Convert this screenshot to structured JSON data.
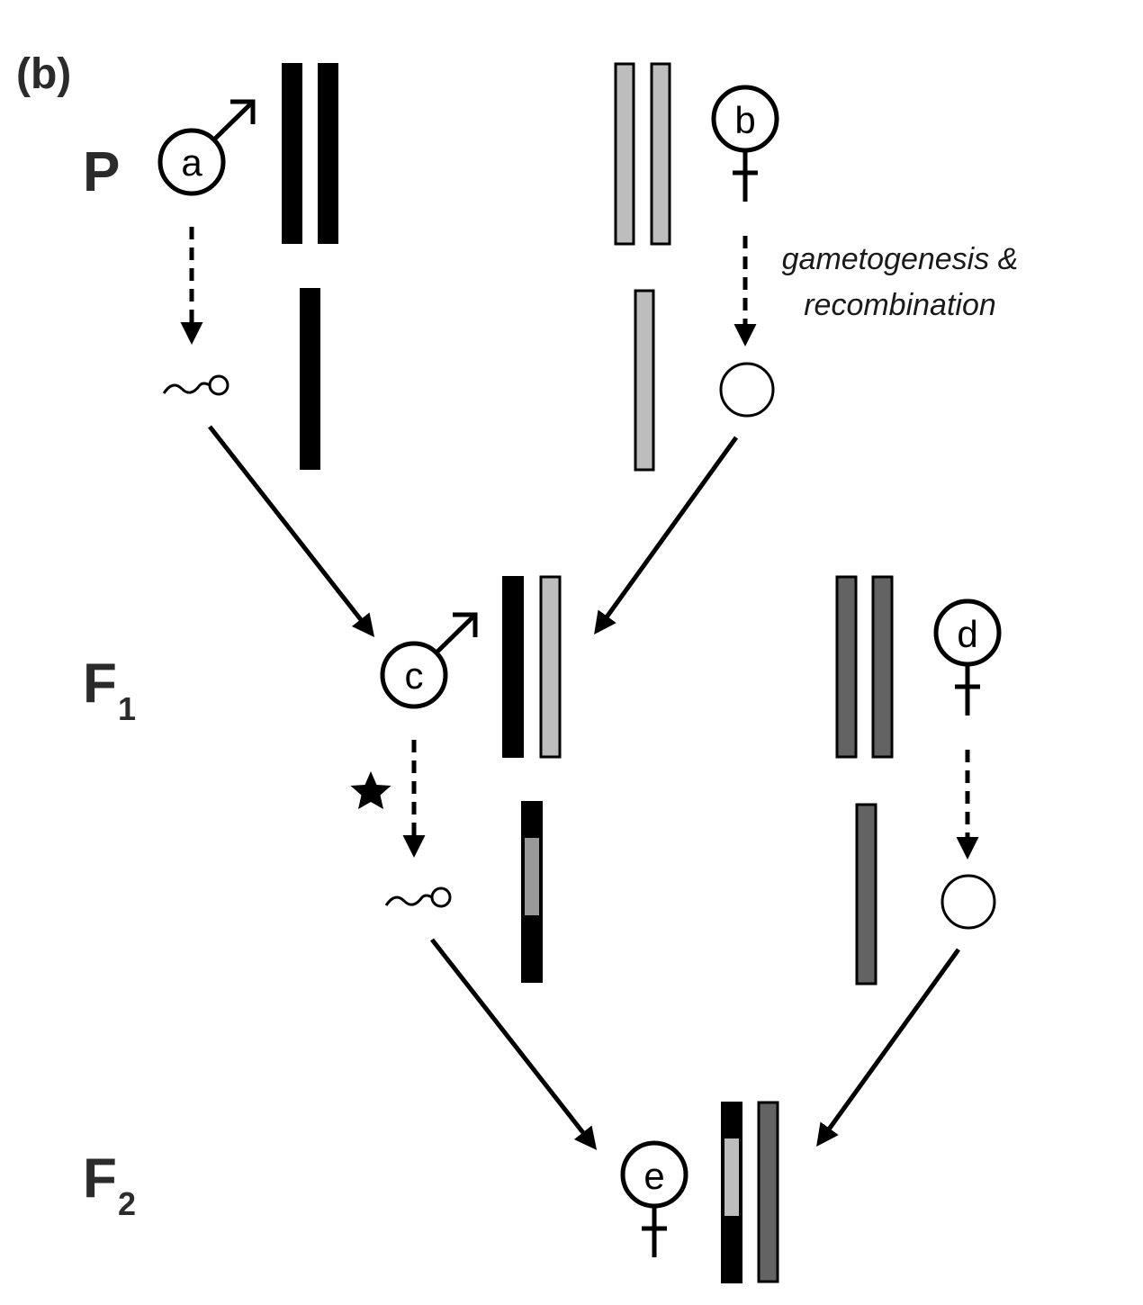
{
  "panel_label": "(b)",
  "generations": {
    "p": "P",
    "f1": {
      "main": "F",
      "sub": "1"
    },
    "f2": {
      "main": "F",
      "sub": "2"
    }
  },
  "individuals": {
    "a": {
      "letter": "a",
      "sex": "male"
    },
    "b": {
      "letter": "b",
      "sex": "female"
    },
    "c": {
      "letter": "c",
      "sex": "male"
    },
    "d": {
      "letter": "d",
      "sex": "female"
    },
    "e": {
      "letter": "e",
      "sex": "female"
    }
  },
  "annotation": {
    "line1": "gametogenesis &",
    "line2": "recombination"
  },
  "marker_icon": "star-icon",
  "colors": {
    "black": "#000000",
    "light_gray": "#bdbdbd",
    "mid_gray": "#999999",
    "dark_gray": "#636363"
  }
}
